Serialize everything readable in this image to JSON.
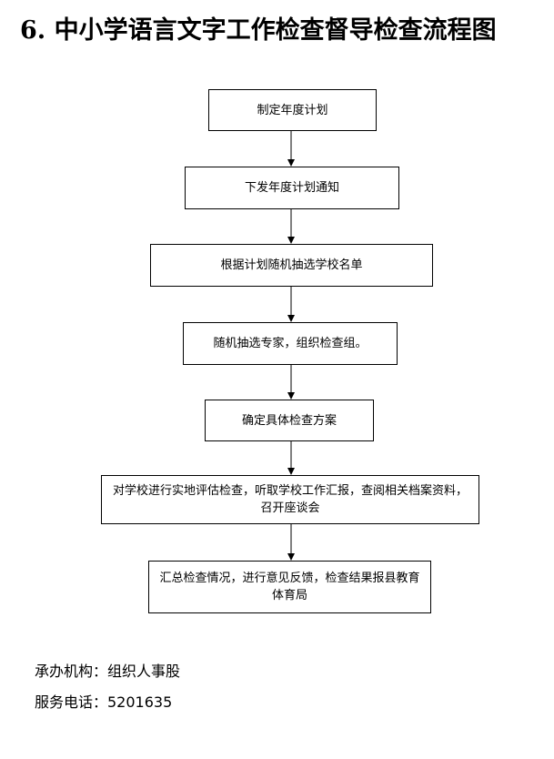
{
  "title": "6. 中小学语言文字工作检查督导检查流程图",
  "steps": [
    {
      "text": "制定年度计划"
    },
    {
      "text": "下发年度计划通知"
    },
    {
      "text": "根据计划随机抽选学校名单"
    },
    {
      "text": "随机抽选专家，组织检查组。"
    },
    {
      "text": "确定具体检查方案"
    },
    {
      "text": "对学校进行实地评估检查，听取学校工作汇报，查阅相关档案资料，召开座谈会"
    },
    {
      "text": "汇总检查情况，进行意见反馈，检查结果报县教育体育局"
    }
  ],
  "footer": {
    "organizer": "承办机构：组织人事股",
    "phone": "服务电话：5201635"
  }
}
